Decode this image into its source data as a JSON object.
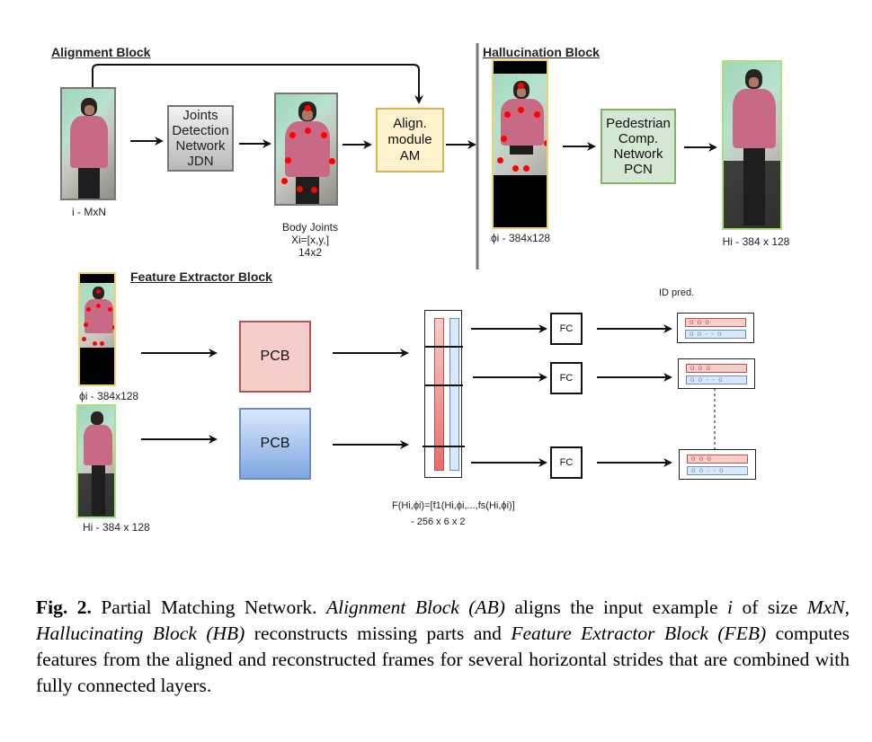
{
  "figure": {
    "alignment_block": {
      "title": "Alignment Block",
      "input_label": "i - MxN",
      "jdn_lines": [
        "Joints",
        "Detection",
        "Network",
        "JDN"
      ],
      "joints_label_lines": [
        "Body Joints",
        "Xi=[x,y,]",
        "14x2"
      ],
      "am_lines": [
        "Align.",
        "module",
        "AM"
      ]
    },
    "hallucination_block": {
      "title": "Hallucination Block",
      "phi_label": "ϕi - 384x128",
      "pcn_lines": [
        "Pedestrian",
        "Comp.",
        "Network",
        "PCN"
      ],
      "h_label": "Hi - 384 x 128"
    },
    "feature_extractor_block": {
      "title": "Feature Extractor Block",
      "phi_label": "ϕi - 384x128",
      "h_label": "Hi - 384 x 128",
      "pcb_top": "PCB",
      "pcb_bottom": "PCB",
      "fc_labels": [
        "FC",
        "FC",
        "FC"
      ],
      "id_pred_label": "ID pred.",
      "pred_row_red": "o o    o",
      "pred_row_blue": "o o - - o",
      "feature_formula": "F(Hi,ϕi)=[f1(Hi,ϕi,...,fs(Hi,ϕi)]",
      "feature_dims": "- 256 x 6 x 2"
    },
    "colors": {
      "yellow_border": "#d6b656",
      "green_border": "#82b366",
      "red_fill": "#f8cecc",
      "blue_fill": "#dae8fc",
      "joint_dot": "#ff0000"
    }
  },
  "caption": {
    "fig_label": "Fig. 2.",
    "text_1": " Partial Matching Network. ",
    "ab_italic": "Alignment Block (AB)",
    "text_2": " aligns the input example ",
    "i_italic": "i",
    "text_3": " of size ",
    "mxn_italic": "MxN",
    "text_4": ", ",
    "hb_italic": "Hallucinating Block (HB)",
    "text_5": " reconstructs missing parts and ",
    "feb_italic": "Feature Extractor Block (FEB)",
    "text_6": " computes features from the aligned and reconstructed frames for several horizontal strides that are combined with fully connected layers."
  }
}
